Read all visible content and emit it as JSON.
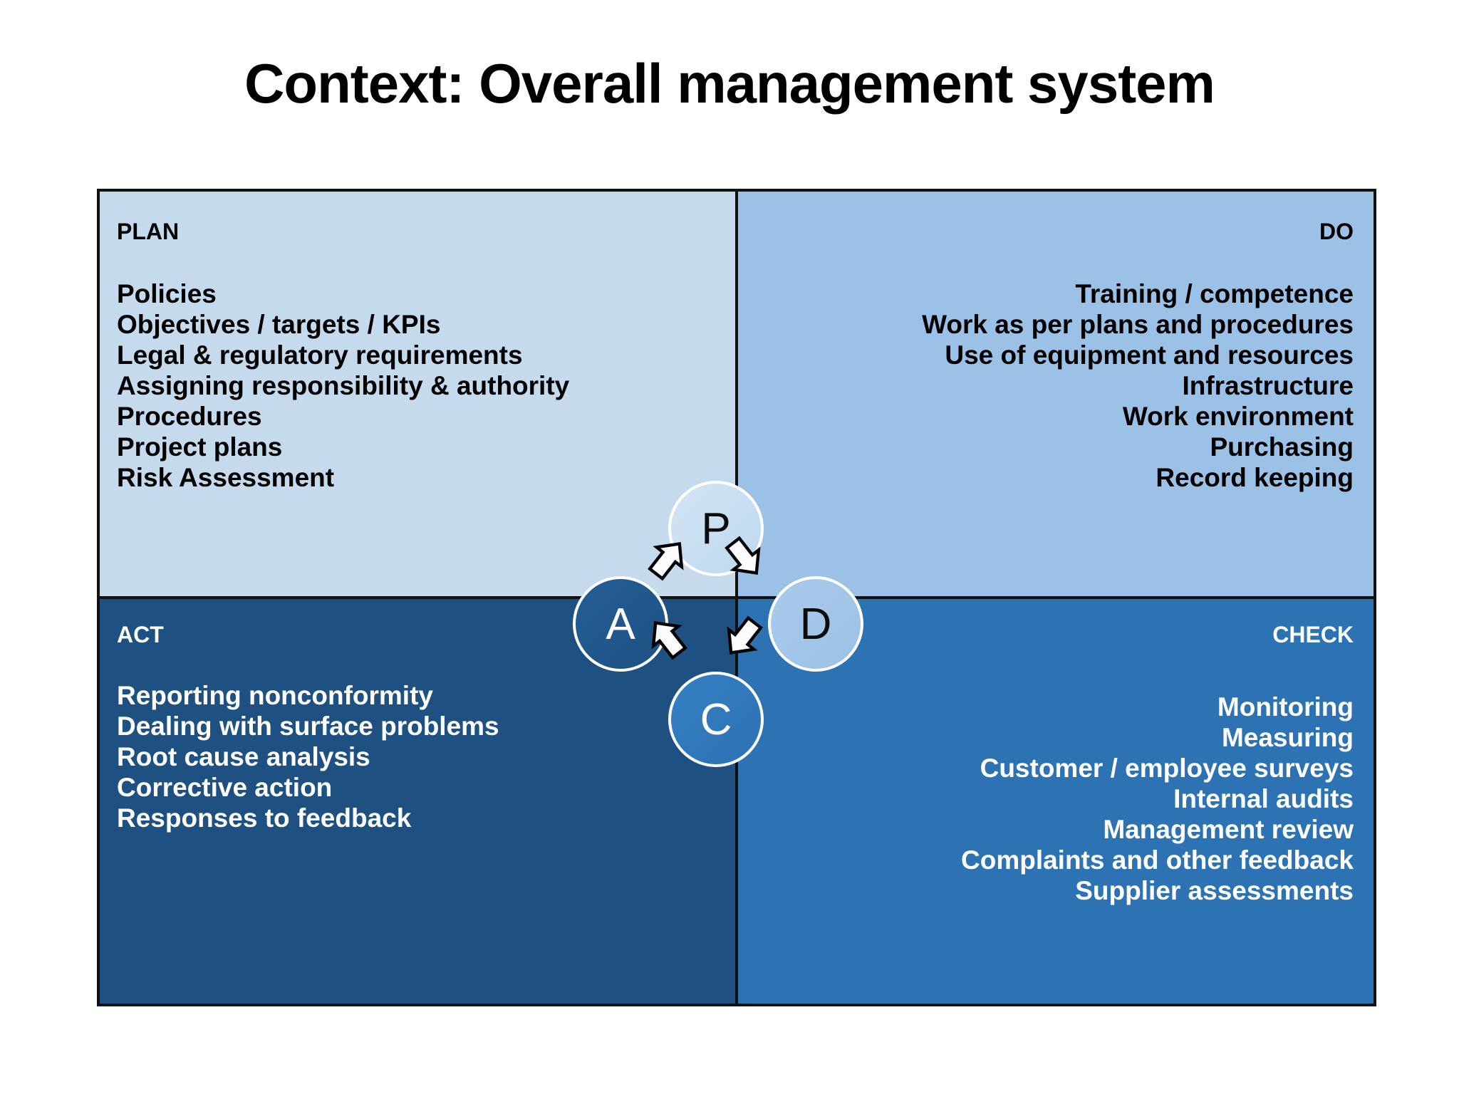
{
  "title": "Context: Overall management system",
  "colors": {
    "plan_bg": "#c6daee",
    "do_bg": "#9cc1e6",
    "act_bg": "#1e5082",
    "check_bg": "#2d72b3",
    "frame_border": "#111111",
    "text_dark": "#000000",
    "text_light": "#ffffff"
  },
  "quadrants": {
    "plan": {
      "heading": "PLAN",
      "items": [
        "Policies",
        "Objectives / targets / KPIs",
        "Legal & regulatory requirements",
        "Assigning responsibility & authority",
        "Procedures",
        "Project plans",
        "Risk Assessment"
      ]
    },
    "do": {
      "heading": "DO",
      "items": [
        "Training / competence",
        "Work as per plans and procedures",
        "Use of equipment and resources",
        "Infrastructure",
        "Work environment",
        "Purchasing",
        "Record keeping"
      ]
    },
    "act": {
      "heading": "ACT",
      "items": [
        "Reporting nonconformity",
        "Dealing with surface problems",
        "Root cause analysis",
        "Corrective action",
        "Responses to feedback"
      ]
    },
    "check": {
      "heading": "CHECK",
      "items": [
        "Monitoring",
        "Measuring",
        "Customer / employee surveys",
        "Internal audits",
        "Management review",
        "Complaints and other feedback",
        "Supplier assessments"
      ]
    }
  },
  "cycle": {
    "nodes": [
      {
        "id": "p",
        "label": "P",
        "position": "top"
      },
      {
        "id": "d",
        "label": "D",
        "position": "right"
      },
      {
        "id": "c",
        "label": "C",
        "position": "bottom"
      },
      {
        "id": "a",
        "label": "A",
        "position": "left"
      }
    ],
    "arrows": [
      {
        "id": "a-to-p",
        "from": "A",
        "to": "P"
      },
      {
        "id": "p-to-d",
        "from": "P",
        "to": "D"
      },
      {
        "id": "d-to-c",
        "from": "D",
        "to": "C"
      },
      {
        "id": "c-to-a",
        "from": "C",
        "to": "A"
      }
    ]
  }
}
